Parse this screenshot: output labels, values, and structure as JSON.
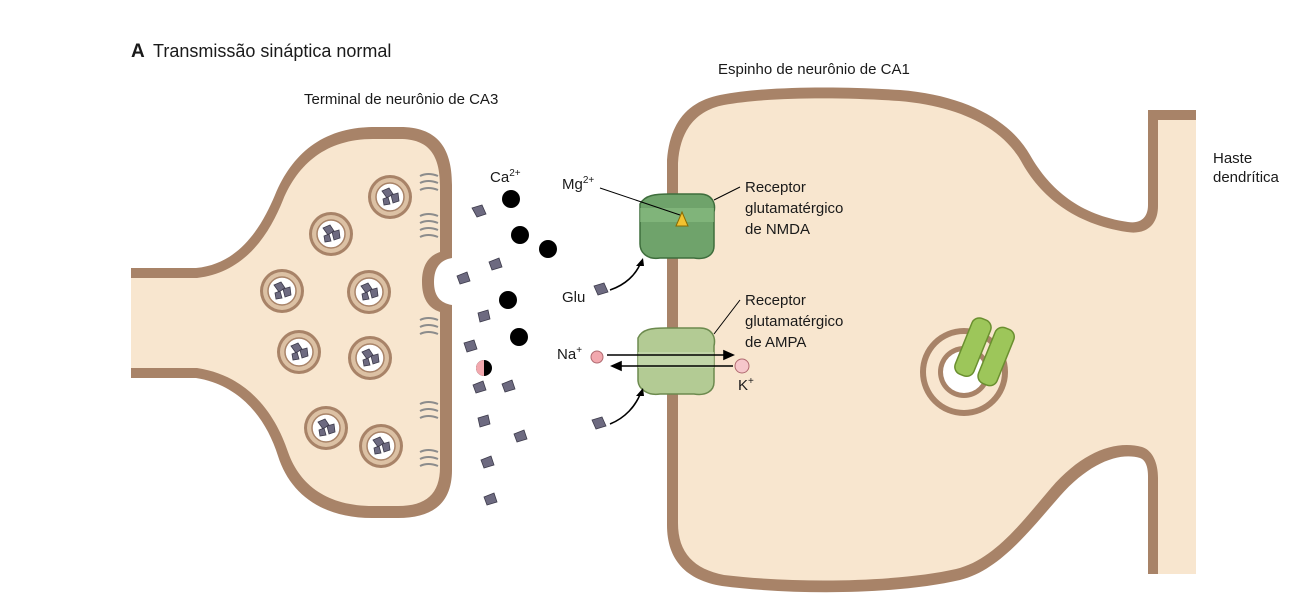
{
  "figure": {
    "panel_letter": "A",
    "title": "Transmissão sináptica normal"
  },
  "labels": {
    "presynaptic": "Terminal de neurônio de CA3",
    "spine": "Espinho de neurônio de CA1",
    "shaft_line1": "Haste",
    "shaft_line2": "dendrítica",
    "calcium": "Ca",
    "calcium_charge": "2+",
    "magnesium": "Mg",
    "magnesium_charge": "2+",
    "glutamate": "Glu",
    "sodium": "Na",
    "sodium_charge": "+",
    "potassium": "K",
    "potassium_charge": "+",
    "nmda_line1": "Receptor",
    "nmda_line2": "glutamatérgico",
    "nmda_line3": "de NMDA",
    "ampa_line1": "Receptor",
    "ampa_line2": "glutamatérgico",
    "ampa_line3": "de AMPA"
  },
  "colors": {
    "cytoplasm": "#f8e6cf",
    "membrane": "#a88368",
    "vesicle_ring": "#dcc1a4",
    "glutamate": "#6d6a80",
    "calcium": "#000000",
    "nmda": "#6fa36b",
    "ampa": "#b3cb94",
    "internal_receptor": "#9dc65a",
    "magnesium": "#f2c230",
    "sodium": "#f2a8ae"
  }
}
